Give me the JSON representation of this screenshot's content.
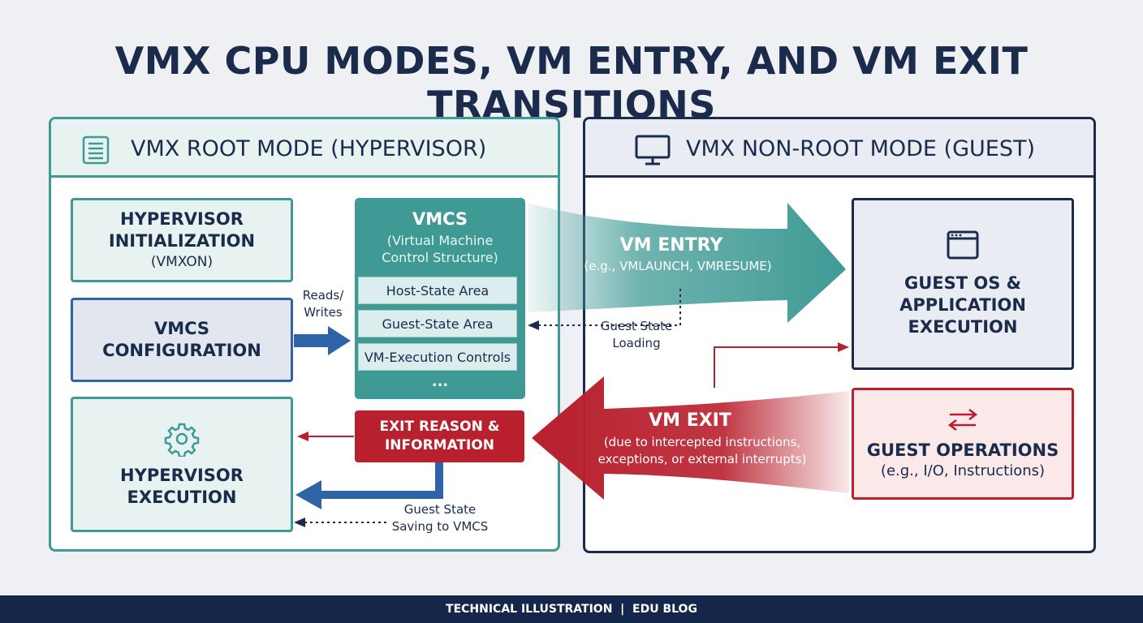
{
  "title": "VMX CPU MODES, VM ENTRY, AND VM EXIT TRANSITIONS",
  "root_panel": {
    "header": "VMX ROOT MODE (HYPERVISOR)",
    "header_icon": "server-list-icon",
    "init_box": {
      "title_line1": "HYPERVISOR",
      "title_line2": "INITIALIZATION",
      "sub": "(VMXON)"
    },
    "config_box": {
      "title_line1": "VMCS",
      "title_line2": "CONFIGURATION"
    },
    "exec_box": {
      "icon": "gear-icon",
      "title_line1": "HYPERVISOR",
      "title_line2": "EXECUTION"
    },
    "vmcs": {
      "title": "VMCS",
      "sub_line1": "(Virtual Machine",
      "sub_line2": "Control Structure)",
      "rows": [
        "Host-State Area",
        "Guest-State Area",
        "VM-Execution Controls"
      ],
      "more": "..."
    },
    "exit_reason": {
      "line1": "EXIT REASON &",
      "line2": "INFORMATION"
    },
    "reads_writes": {
      "line1": "Reads/",
      "line2": "Writes"
    },
    "guest_saving": {
      "line1": "Guest State",
      "line2": "Saving to VMCS"
    }
  },
  "guest_panel": {
    "header": "VMX NON-ROOT MODE (GUEST)",
    "header_icon": "monitor-icon",
    "os_box": {
      "icon": "window-icon",
      "line1": "GUEST OS &",
      "line2": "APPLICATION",
      "line3": "EXECUTION"
    },
    "ops_box": {
      "icon": "swap-arrows-icon",
      "title": "GUEST OPERATIONS",
      "sub": "(e.g., I/O, Instructions)"
    }
  },
  "vm_entry": {
    "title": "VM ENTRY",
    "sub": "(e.g., VMLAUNCH, VMRESUME)"
  },
  "guest_loading": {
    "line1": "Guest State",
    "line2": "Loading"
  },
  "vm_exit": {
    "title": "VM EXIT",
    "sub_line1": "(due to intercepted instructions,",
    "sub_line2": "exceptions, or external interrupts)"
  },
  "footer": "TECHNICAL ILLUSTRATION  |  EDU BLOG",
  "colors": {
    "navy": "#1b2b4b",
    "teal": "#3f9a95",
    "red": "#b8202e",
    "blue": "#2f63a8"
  }
}
